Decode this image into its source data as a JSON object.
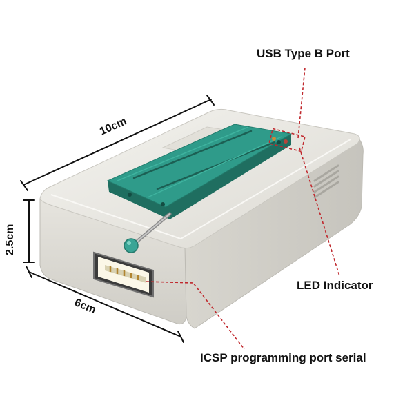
{
  "labels": {
    "usb": "USB Type B Port",
    "led": "LED Indicator",
    "icsp": "ICSP programming port serial"
  },
  "dimensions": {
    "length": "10cm",
    "height": "2.5cm",
    "width": "6cm"
  },
  "colors": {
    "body": "#e9e7e0",
    "socket": "#2f9b8a",
    "callout": "#c0282d"
  }
}
